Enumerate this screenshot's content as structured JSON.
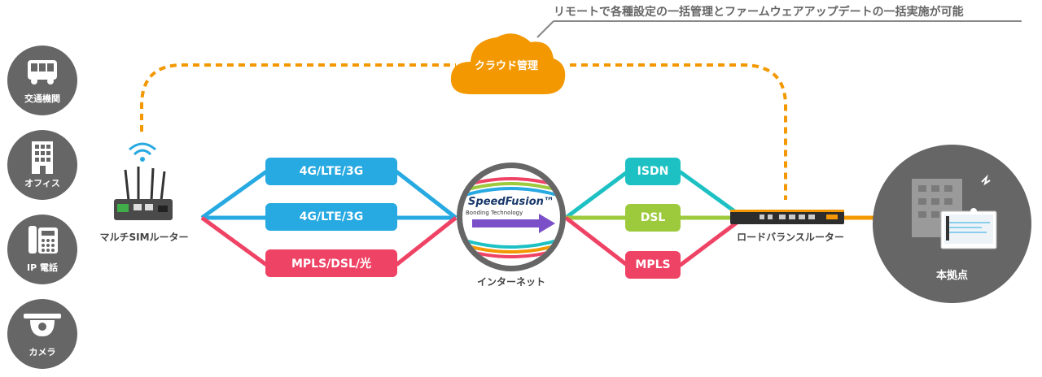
{
  "banner": "リモートで各種設定の一括管理とファームウェアアップデートの一括実施が可能",
  "cloud_label": "クラウド管理",
  "left_icons": [
    {
      "label": "交通機関",
      "icon": "bus-icon"
    },
    {
      "label": "オフィス",
      "icon": "building-icon"
    },
    {
      "label": "IP 電話",
      "icon": "phone-icon"
    },
    {
      "label": "カメラ",
      "icon": "camera-icon"
    }
  ],
  "router_label": "マルチSIMルーター",
  "left_links": [
    {
      "label": "4G/LTE/3G",
      "color": "#27a9e1"
    },
    {
      "label": "4G/LTE/3G",
      "color": "#27a9e1"
    },
    {
      "label": "MPLS/DSL/光",
      "color": "#ef4365"
    }
  ],
  "speedfusion": {
    "title": "SpeedFusion™",
    "subtitle": "Bonding Technology"
  },
  "internet_label": "インターネット",
  "right_links": [
    {
      "label": "ISDN",
      "color": "#1ec1c3"
    },
    {
      "label": "DSL",
      "color": "#9dca3c"
    },
    {
      "label": "MPLS",
      "color": "#ef4365"
    }
  ],
  "balancer_label": "ロードバランスルーター",
  "hq_label": "本拠点",
  "colors": {
    "orange": "#f39800",
    "blue": "#27a9e1",
    "red": "#ef4365",
    "teal": "#1ec1c3",
    "green": "#9dca3c",
    "gray": "#666666"
  }
}
